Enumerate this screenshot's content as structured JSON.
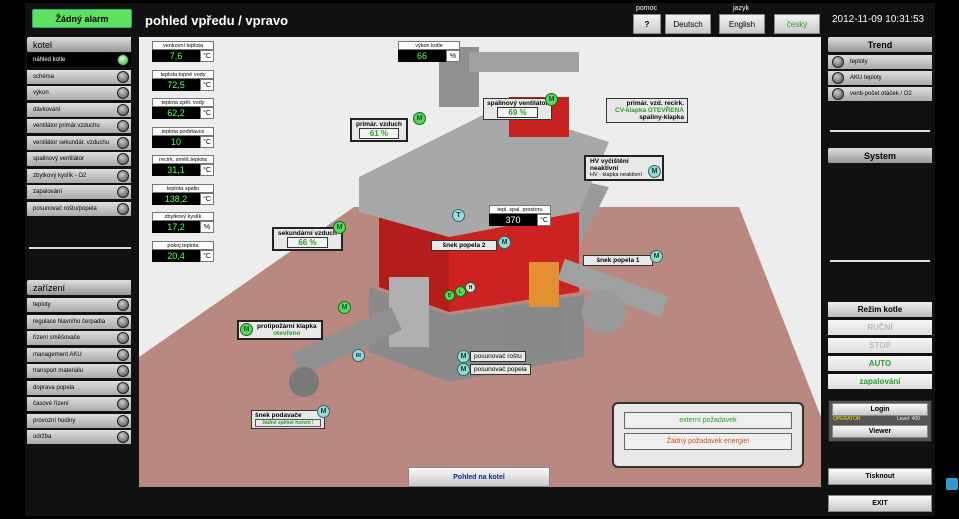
{
  "header": {
    "alarm": "Žádný alarm",
    "title": "pohled vpředu / vpravo",
    "help_label": "pomoc",
    "help_button": "?",
    "language_label": "jazyk",
    "languages": [
      "Deutsch",
      "English",
      "český"
    ],
    "active_language": "český",
    "datetime": "2012-11-09 10:31:53"
  },
  "left_sidebar": {
    "kotel_header": "kotel",
    "kotel_items": [
      "náhled kotle",
      "schéma",
      "výkon",
      "dávkování",
      "ventilátor primár.vzduchu",
      "ventilátor sekundár. vzduchu",
      "spalinový ventilátor",
      "zbytkový kyslík - O2",
      "zapalování",
      "posunovač roštu/popela"
    ],
    "zarizeni_header": "zařízení",
    "zarizeni_items": [
      "teploty",
      "regulace hlavního čerpadla",
      "řízení směšovače",
      "management AKU",
      "transport materiálu",
      "doprava popela",
      "časové řízení",
      "provozní hodiny",
      "údržba"
    ]
  },
  "readouts": [
    {
      "label": "venkovní teplota",
      "value": "7,6",
      "unit": "°C"
    },
    {
      "label": "teplota topné vody",
      "value": "72,5",
      "unit": "°C"
    },
    {
      "label": "teplota zpět. vody",
      "value": "62,2",
      "unit": "°C"
    },
    {
      "label": "teplota podstavce",
      "value": "10",
      "unit": "°C"
    },
    {
      "label": "recirk. směš.teplota",
      "value": "31,1",
      "unit": "°C"
    },
    {
      "label": "teplota spalin",
      "value": "138,2",
      "unit": "°C"
    },
    {
      "label": "zbytkový kyslík",
      "value": "17,2",
      "unit": "%"
    },
    {
      "label": "pokoj.teplota",
      "value": "20,4",
      "unit": "°C"
    }
  ],
  "boiler": {
    "power_label": "výkon kotle",
    "power_value": "66",
    "power_unit": "%",
    "primary_air_label": "primár. vzduch",
    "primary_air_value": "61 %",
    "flue_fan_label": "spalinový ventilátor",
    "flue_fan_value": "69 %",
    "recirc_title": "primár. vzd. recirk.",
    "recirc_status": "CV-klapka OTEVŘENÁ",
    "recirc_sub": "spaliny-klapka",
    "hv_title": "HV vyčištění neaktivní",
    "hv_sub": "HV - klapka neaktivní",
    "combustion_temp_label": "tepl. spal. prostoru",
    "combustion_temp_value": "370",
    "combustion_temp_unit": "°C",
    "secondary_air_label": "sekundární vzduch",
    "secondary_air_value": "66 %",
    "ash_screw_2": "šnek popela 2",
    "ash_screw_1": "šnek popela 1",
    "fire_flap_label": "protipožární klapka",
    "fire_flap_status": "otevřeno",
    "grate_mover": "posunovač roštu",
    "ash_mover": "posunovač popela",
    "feed_screw_label": "šnek podavače",
    "feed_screw_status": "žádné zpětné hoření !",
    "m": "M",
    "t": "T",
    "ir": "IR",
    "b": "B",
    "l": "L",
    "h": "H",
    "view_button": "Pohled na kotel"
  },
  "requests": {
    "external": "externí požadavek",
    "none": "Žádný požadavek energie!"
  },
  "right_sidebar": {
    "trend_header": "Trend",
    "trend_items": [
      "teploty",
      "AKU teploty",
      "venti-počet otáček / O2"
    ],
    "system_header": "System",
    "mode_header": "Režim kotle",
    "modes": [
      "RUČNÍ",
      "STOP",
      "AUTO",
      "zapalování"
    ],
    "login": "Login",
    "operator": "OPERATOR",
    "level": "Level: 400",
    "viewer": "Viewer",
    "print": "Tisknout",
    "exit": "EXIT"
  },
  "colors": {
    "accent_green": "#5fe05f",
    "boiler_red": "#cc2222",
    "floor": "#b98880"
  }
}
